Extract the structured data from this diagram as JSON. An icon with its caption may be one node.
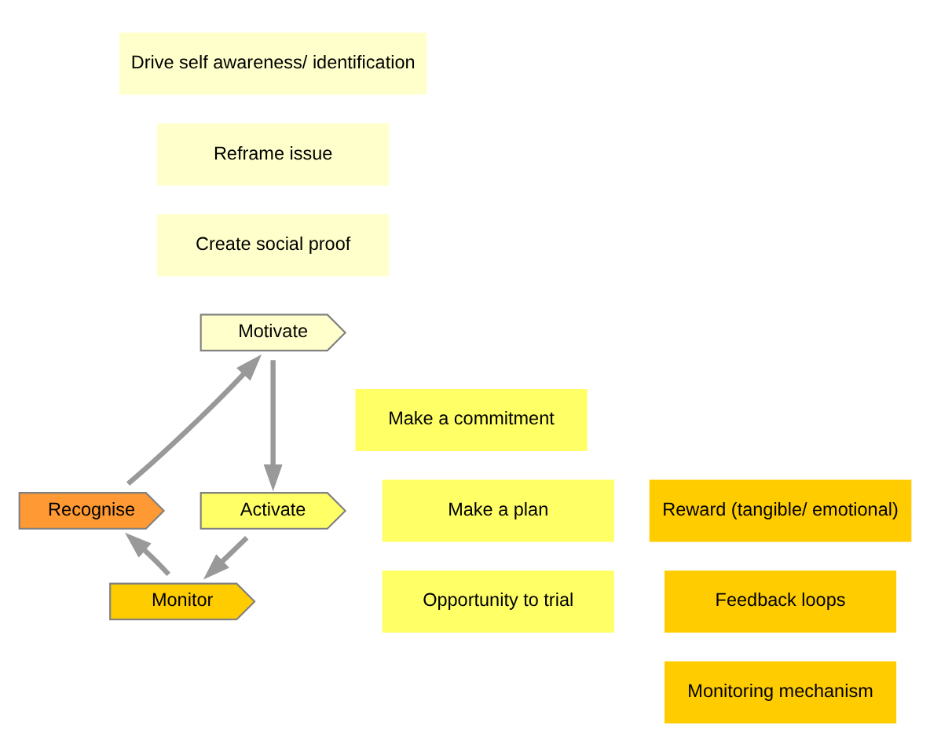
{
  "diagram": {
    "nodes": [
      {
        "text": [
          "Drive self awareness/ identification"
        ]
      },
      {
        "text": [
          "Reframe issue"
        ]
      },
      {
        "text": [
          "Create social proof"
        ]
      },
      {
        "text": [
          "Motivate"
        ]
      },
      {
        "text": [
          "Recognise"
        ]
      },
      {
        "text": [
          "Activate"
        ]
      },
      {
        "text": [
          "Make a commitment"
        ]
      },
      {
        "text": [
          "Make a plan"
        ]
      },
      {
        "text": [
          "Opportunity to trial"
        ]
      },
      {
        "text": [
          "Reward (tangible/ emotional)"
        ]
      },
      {
        "text": [
          "Feedback loops"
        ]
      },
      {
        "text": [
          "Monitoring mechanism"
        ]
      },
      {
        "text": [
          "Monitor"
        ]
      }
    ],
    "edges": [
      {
        "from": 3,
        "to": 5,
        "arrow": "to"
      },
      {
        "from": 5,
        "to": 12,
        "arrow": "to"
      },
      {
        "from": 12,
        "to": 4,
        "arrow": "to"
      },
      {
        "from": 4,
        "to": 3,
        "arrow": "to"
      }
    ]
  }
}
